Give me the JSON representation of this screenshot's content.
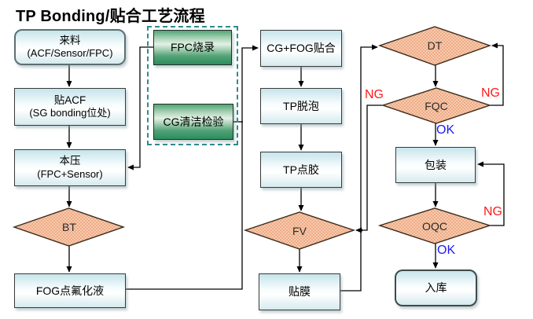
{
  "title": "TP Bonding/贴合工艺流程",
  "nodes": {
    "incoming": {
      "line1": "来料",
      "line2": "(ACF/Sensor/FPC)"
    },
    "attach_acf": {
      "line1": "贴ACF",
      "line2": "(SG bonding位处)"
    },
    "main_press": {
      "line1": "本压",
      "line2": "(FPC+Sensor)"
    },
    "fog_fluoride": {
      "label": "FOG点氟化液"
    },
    "fpc_burn": {
      "label": "FPC烧录"
    },
    "cg_clean": {
      "label": "CG清洁检验"
    },
    "cg_fog": {
      "label": "CG+FOG贴合"
    },
    "tp_defoam": {
      "label": "TP脱泡"
    },
    "tp_dispense": {
      "label": "TP点胶"
    },
    "film": {
      "label": "贴膜"
    },
    "packing": {
      "label": "包装"
    },
    "warehouse": {
      "label": "入库"
    },
    "bt": {
      "label": "BT"
    },
    "fv": {
      "label": "FV"
    },
    "dt": {
      "label": "DT"
    },
    "fqc": {
      "label": "FQC"
    },
    "oqc": {
      "label": "OQC"
    }
  },
  "edge_labels": {
    "fqc_ng_left": "NG",
    "fqc_ng_right": "NG",
    "fqc_ok": "OK",
    "oqc_ng": "NG",
    "oqc_ok": "OK"
  },
  "colors": {
    "title_text": "#000000",
    "process_box_top": "#c6e4ea",
    "process_box_bottom": "#d5eaee",
    "green_box_top": "#4fa577",
    "green_box_bottom": "#2b8d5b",
    "diamond_fill": "#f2b896",
    "diamond_dot": "#eeab87",
    "dashed_border": "#2e8b8b",
    "ng_label": "#ff1a1a",
    "ok_label": "#1a1aff",
    "connector": "#000000"
  }
}
